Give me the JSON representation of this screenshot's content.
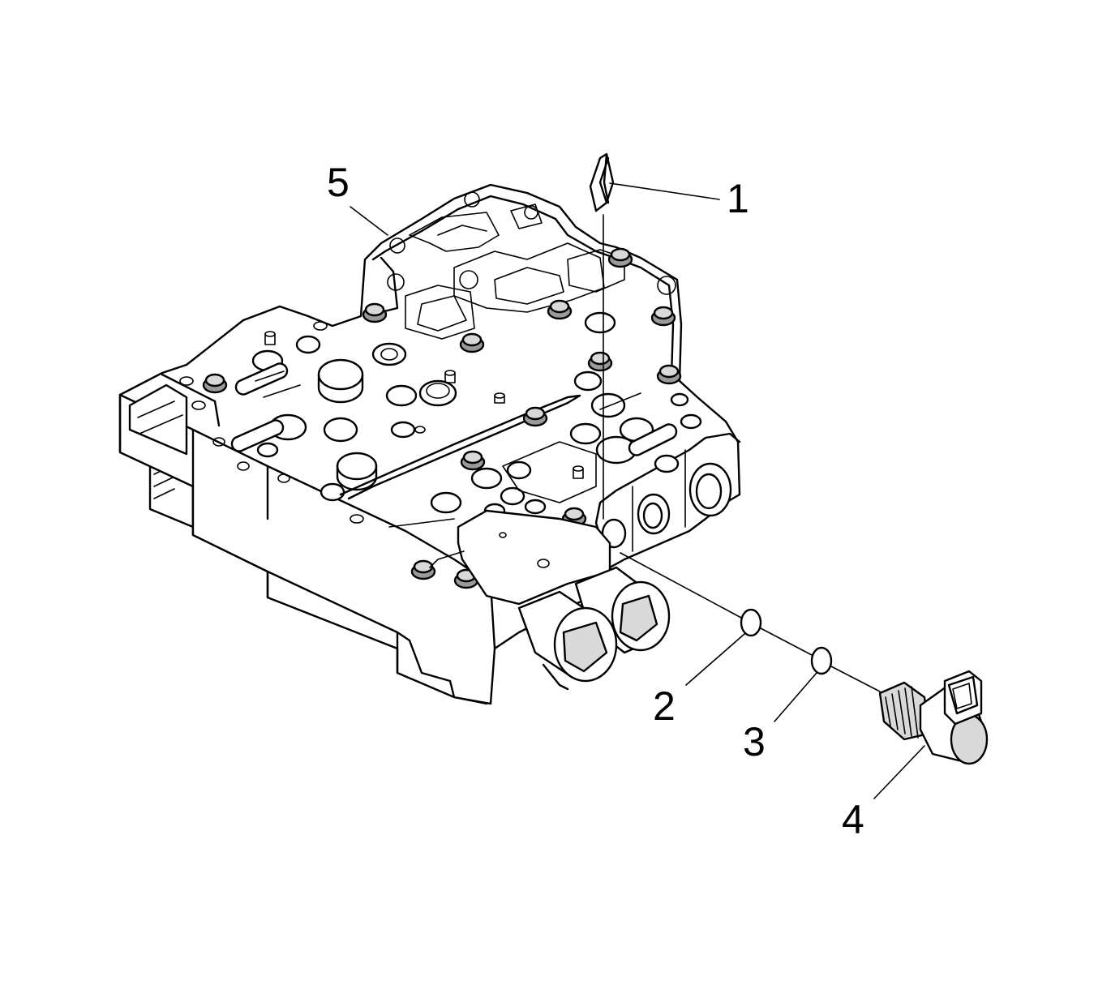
{
  "callouts": {
    "c1": "1",
    "c2": "2",
    "c3": "3",
    "c4": "4",
    "c5": "5"
  },
  "parts": {
    "p1": "retainer-clip",
    "p2": "o-ring-outer",
    "p3": "o-ring-inner",
    "p4": "solenoid",
    "p5": "valve-body"
  },
  "colors": {
    "line": "#000000",
    "background": "#ffffff",
    "shade": "#d9d9d9"
  }
}
